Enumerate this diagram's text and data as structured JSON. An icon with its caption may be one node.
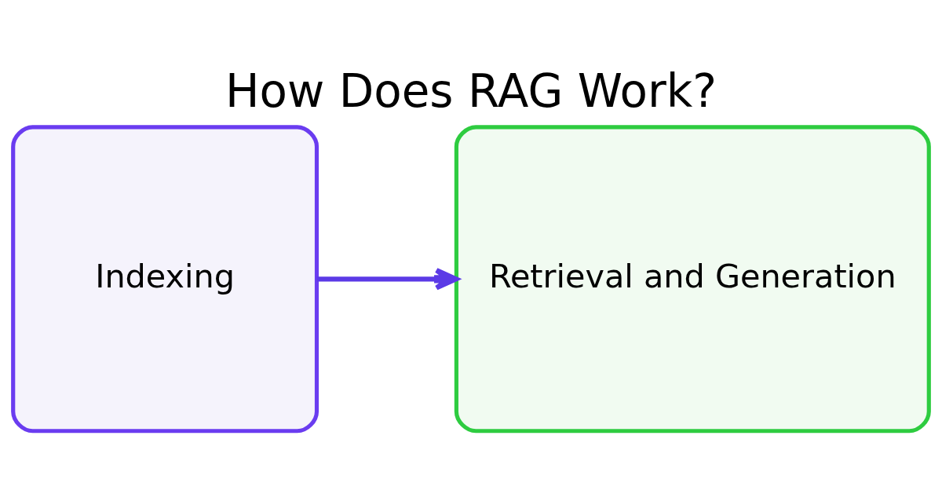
{
  "diagram": {
    "title": "How Does RAG Work?",
    "nodes": [
      {
        "text": [
          "Indexing"
        ]
      },
      {
        "text": [
          "Retrieval and Generation"
        ]
      }
    ],
    "edges": [
      {
        "from": 0,
        "to": 1,
        "arrow": "to"
      }
    ]
  }
}
